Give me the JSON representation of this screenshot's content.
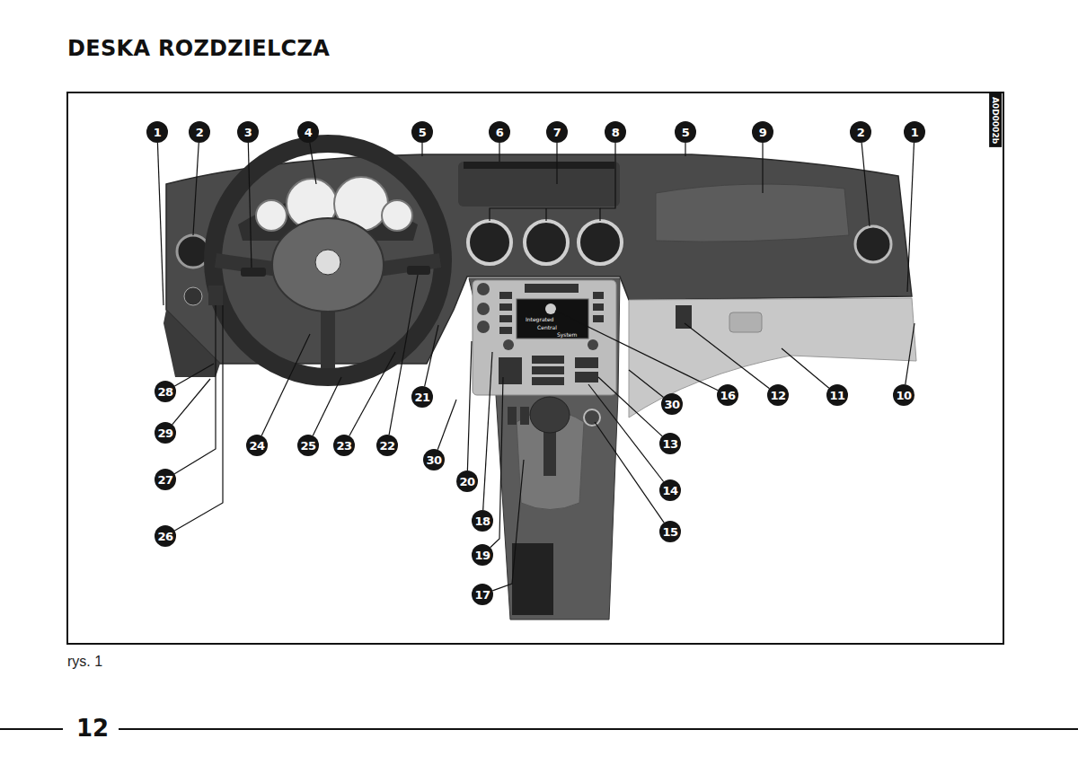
{
  "diagram": {
    "title": "DESKA ROZDZIELCZA",
    "caption": "rys. 1",
    "labels": [
      "1",
      "2",
      "3",
      "4",
      "5",
      "6",
      "7",
      "8",
      "5",
      "9",
      "2",
      "1",
      "10",
      "11",
      "12",
      "16",
      "30",
      "13",
      "14",
      "15",
      "28",
      "29",
      "27",
      "26",
      "24",
      "25",
      "23",
      "22",
      "21",
      "30",
      "20",
      "18",
      "19",
      "17",
      "A0D0002b",
      "Integrated",
      "Central",
      "System",
      "12"
    ]
  }
}
